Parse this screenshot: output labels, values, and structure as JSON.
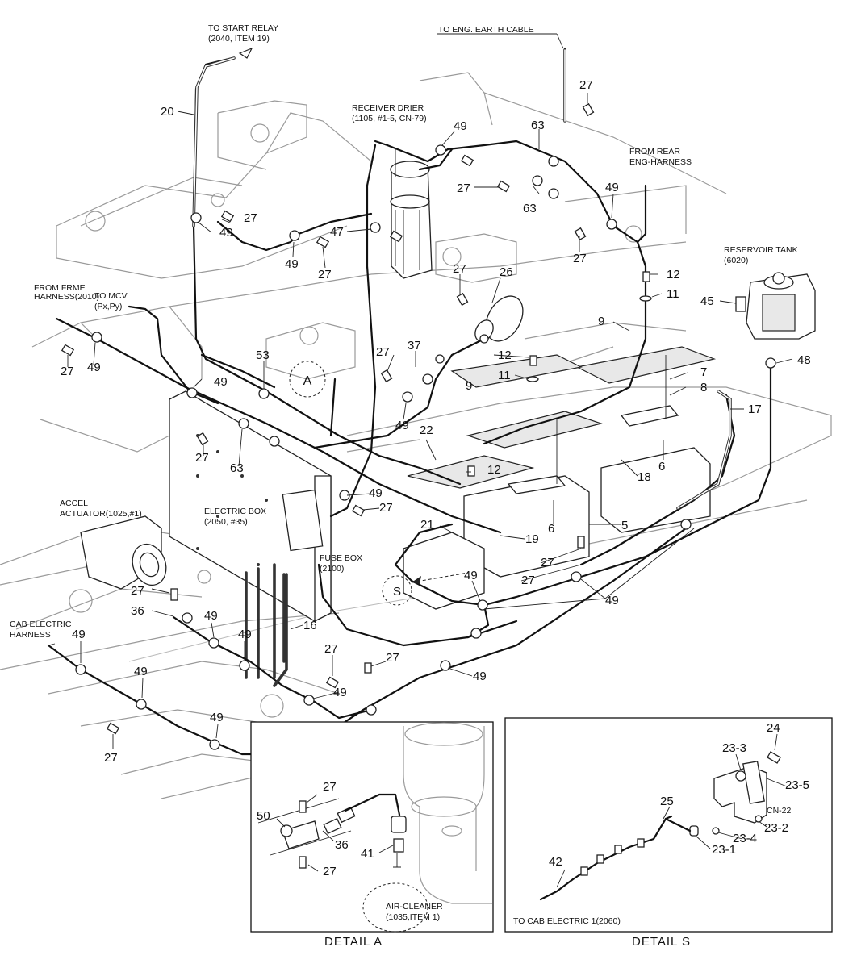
{
  "labels": {
    "to_start_relay": [
      "TO START RELAY",
      "(2040, ITEM 19)"
    ],
    "to_eng_earth": [
      "TO ENG. EARTH CABLE"
    ],
    "receiver_drier": [
      "RECEIVER DRIER",
      "(1105, #1-5, CN-79)"
    ],
    "from_rear_eng": [
      "FROM REAR",
      "ENG-HARNESS"
    ],
    "reservoir_tank": [
      "RESERVOIR TANK",
      "(6020)"
    ],
    "from_frme": [
      "FROM FRME",
      "HARNESS(2010)"
    ],
    "to_mcv": [
      "TO MCV",
      "(Px,Py)"
    ],
    "accel_actuator": [
      "ACCEL",
      "ACTUATOR(1025,#1)"
    ],
    "electric_box": [
      "ELECTRIC BOX",
      "(2050, #35)"
    ],
    "fuse_box": [
      "FUSE BOX",
      "(2100)"
    ],
    "cab_electric_harness": [
      "CAB ELECTRIC",
      "HARNESS"
    ],
    "air_cleaner": [
      "AIR-CLEANER",
      "(1035,ITEM 1)"
    ],
    "to_cab_electric": [
      "TO CAB ELECTRIC 1(2060)"
    ],
    "cn22": [
      "CN-22"
    ]
  },
  "detail_circles": {
    "a": "A",
    "s": "S"
  },
  "detail_titles": {
    "a": "DETAIL  A",
    "s": "DETAIL  S"
  },
  "callouts": {
    "c20": "20",
    "c27a": "27",
    "c63a": "63",
    "c49a": "49",
    "c27b": "27",
    "c63b": "63",
    "c49b": "49",
    "c27c": "27",
    "c49c": "49",
    "c27d": "27",
    "c47": "47",
    "c49d": "49",
    "c27e": "27",
    "c27f": "27",
    "c26": "26",
    "c12a": "12",
    "c11a": "11",
    "c9a": "9",
    "c45": "45",
    "c48": "48",
    "c27g": "27",
    "c49e": "49",
    "c53": "53",
    "c27h": "27",
    "c37": "37",
    "c12b": "12",
    "c11b": "11",
    "c9b": "9",
    "c7": "7",
    "c8": "8",
    "c17": "17",
    "c49f": "49",
    "c49g": "49",
    "c27i": "27",
    "c22": "22",
    "c63c": "63",
    "c6a": "6",
    "c18": "18",
    "c12c": "12",
    "c49h": "49",
    "c27j": "27",
    "c6b": "6",
    "c5": "5",
    "c21": "21",
    "c19": "19",
    "c27k": "27",
    "c27l": "27",
    "c49i": "49",
    "c49j": "49",
    "c27m": "27",
    "c36a": "36",
    "c49k": "49",
    "c49l": "49",
    "c16": "16",
    "c27n": "27",
    "c27o": "27",
    "c49m": "49",
    "c49n": "49",
    "c49o": "49",
    "c49p": "49",
    "c49q": "49",
    "c27p": "27",
    "c27q": "27",
    "c50": "50",
    "c36b": "36",
    "c41": "41",
    "c27r": "27",
    "c24": "24",
    "c23_3": "23-3",
    "c23_5": "23-5",
    "c25": "25",
    "c23_2": "23-2",
    "c23_4": "23-4",
    "c23_1": "23-1",
    "c42": "42"
  }
}
